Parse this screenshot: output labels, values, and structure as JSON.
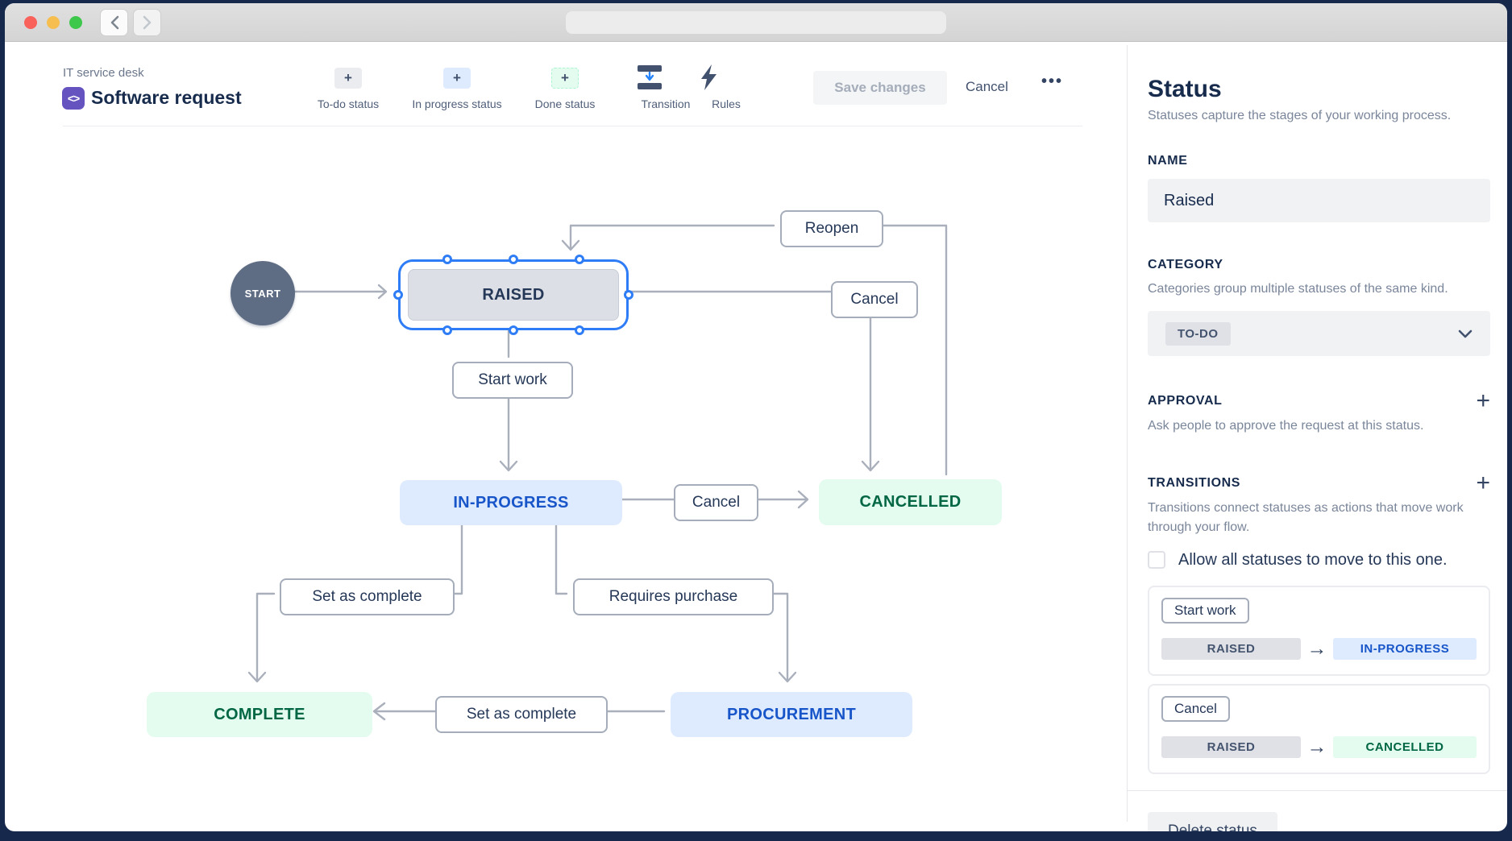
{
  "colors": {
    "accent_blue": "#2F7DF6",
    "chip_blue_bg": "#DEEBFF",
    "chip_blue_text": "#1755C9",
    "chip_green_bg": "#E3FCEF",
    "chip_green_text": "#006644",
    "chip_gray_bg": "#DFE1E6",
    "line_gray": "#A9AFBB",
    "frame_navy": "#16284B",
    "purple_brand": "#6554C0"
  },
  "icons": {
    "app_glyph": "<>",
    "plus": "+",
    "more": "•••",
    "arrow_right": "→",
    "back_chevron": "‹",
    "forward_chevron": "›"
  },
  "header": {
    "project": "IT service desk",
    "title": "Software request",
    "toolbar": [
      {
        "label": "To-do status"
      },
      {
        "label": "In progress status"
      },
      {
        "label": "Done status"
      },
      {
        "label": "Transition"
      },
      {
        "label": "Rules"
      }
    ],
    "save_label": "Save changes",
    "cancel_label": "Cancel"
  },
  "diagram": {
    "start_label": "START",
    "statuses": [
      {
        "label": "RAISED",
        "category": "todo",
        "selected": true
      },
      {
        "label": "IN-PROGRESS",
        "category": "in-progress"
      },
      {
        "label": "CANCELLED",
        "category": "done"
      },
      {
        "label": "COMPLETE",
        "category": "done"
      },
      {
        "label": "PROCUREMENT",
        "category": "in-progress"
      }
    ],
    "transition_labels": [
      "Reopen",
      "Cancel",
      "Start work",
      "Cancel",
      "Set as complete",
      "Requires purchase",
      "Set as complete"
    ]
  },
  "sidebar": {
    "title": "Status",
    "subtitle": "Statuses capture the stages of your working process.",
    "name_label": "NAME",
    "name_value": "Raised",
    "category_label": "CATEGORY",
    "category_desc": "Categories group multiple statuses of the same kind.",
    "category_value": "TO-DO",
    "approval_label": "APPROVAL",
    "approval_desc": "Ask people to approve the request at this status.",
    "transitions_label": "TRANSITIONS",
    "transitions_desc": "Transitions connect statuses as actions that move work through your flow.",
    "allow_all_label": "Allow all statuses to move to this one.",
    "transition_cards": [
      {
        "name": "Start work",
        "from": "RAISED",
        "to": "IN-PROGRESS"
      },
      {
        "name": "Cancel",
        "from": "RAISED",
        "to": "CANCELLED"
      }
    ],
    "delete_label": "Delete status"
  }
}
